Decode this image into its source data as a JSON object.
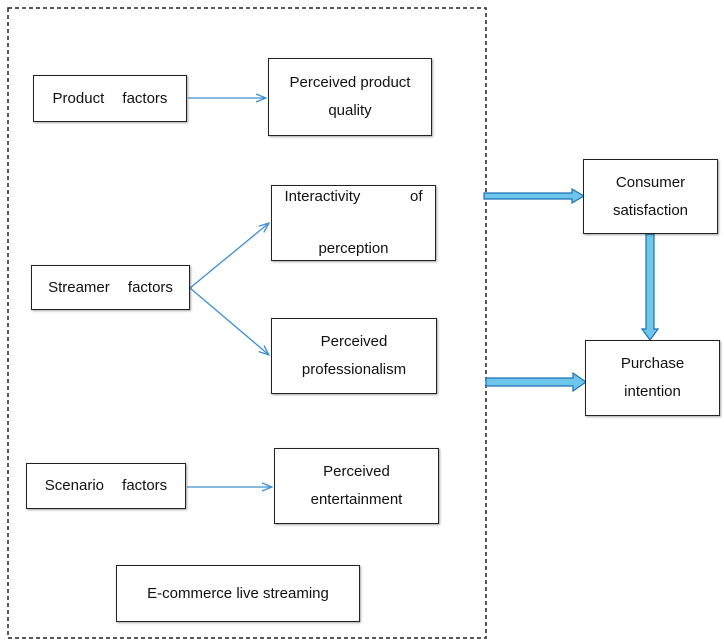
{
  "diagram": {
    "container_label": "E-commerce live streaming",
    "factors": {
      "product": "Product factors",
      "streamer": "Streamer factors",
      "scenario": "Scenario factors"
    },
    "perceptions": {
      "product_quality": "Perceived product\nquality",
      "interactivity_word1": "Interactivity",
      "interactivity_word2": "of",
      "interactivity_word3": "perception",
      "professionalism": "Perceived\nprofessionalism",
      "entertainment": "Perceived\nentertainment"
    },
    "outcomes": {
      "satisfaction": "Consumer\nsatisfaction",
      "intention": "Purchase\nintention"
    },
    "colors": {
      "arrow_thin": "#3d8fd1",
      "arrow_thick_fill": "#6ec6ea",
      "arrow_thick_outline": "#1f6fb5",
      "border": "#222222"
    }
  }
}
